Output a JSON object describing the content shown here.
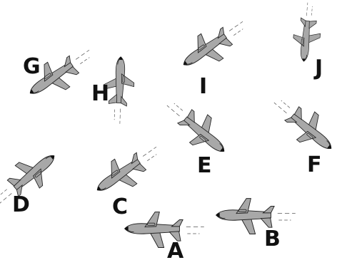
{
  "planes": [
    {
      "id": "a",
      "label": "A"
    },
    {
      "id": "b",
      "label": "B"
    },
    {
      "id": "c",
      "label": "C"
    },
    {
      "id": "d",
      "label": "D"
    },
    {
      "id": "e",
      "label": "E"
    },
    {
      "id": "f",
      "label": "F"
    },
    {
      "id": "g",
      "label": "G"
    },
    {
      "id": "h",
      "label": "H"
    },
    {
      "id": "i",
      "label": "I"
    },
    {
      "id": "j",
      "label": "J"
    }
  ],
  "colors": {
    "fill": "#a8a8a8",
    "stroke": "#222222",
    "nose": "#111111",
    "trail": "#555555"
  }
}
